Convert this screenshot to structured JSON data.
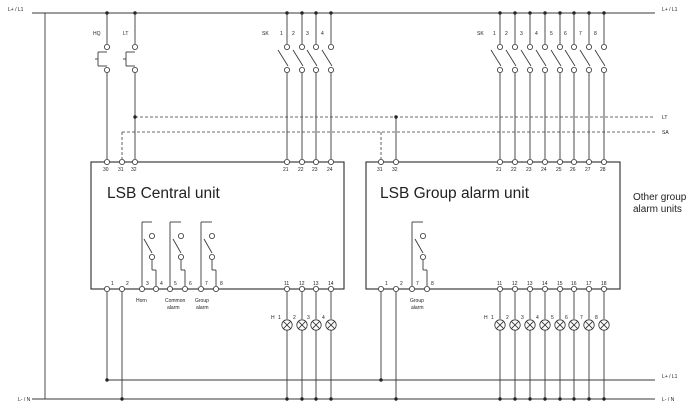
{
  "rails": {
    "top_left": "L+ / L1",
    "top_right": "L+ / L1",
    "mid_right": "L+ / L1",
    "bottom_left": "L- / N",
    "bottom_right": "L- / N",
    "lt": "LT",
    "sa": "SA"
  },
  "central_unit": {
    "title": "LSB Central unit",
    "top_switch_labels": [
      "HQ",
      "LT"
    ],
    "top_terminals": [
      "30",
      "31",
      "32"
    ],
    "sk_label": "SK",
    "sk_numbers": [
      "1",
      "2",
      "3",
      "4"
    ],
    "input_terminals": [
      "21",
      "22",
      "23",
      "24"
    ],
    "bottom_terminals": [
      "1",
      "2",
      "3",
      "4",
      "5",
      "6",
      "7",
      "8"
    ],
    "relay_labels": [
      "Horn",
      "Common alarm",
      "Group alarm"
    ],
    "output_terminals": [
      "11",
      "12",
      "13",
      "14"
    ],
    "h_label": "H",
    "lamp_numbers": [
      "1",
      "2",
      "3",
      "4"
    ]
  },
  "group_unit": {
    "title": "LSB Group alarm unit",
    "top_terminals": [
      "31",
      "32"
    ],
    "sk_label": "SK",
    "sk_numbers": [
      "1",
      "2",
      "3",
      "4",
      "5",
      "6",
      "7",
      "8"
    ],
    "input_terminals": [
      "21",
      "22",
      "23",
      "24",
      "25",
      "26",
      "27",
      "28"
    ],
    "bottom_terminals": [
      "1",
      "2",
      "7",
      "8"
    ],
    "relay_label": "Group alarm",
    "output_terminals": [
      "11",
      "12",
      "13",
      "14",
      "15",
      "16",
      "17",
      "18"
    ],
    "h_label": "H",
    "lamp_numbers": [
      "1",
      "2",
      "3",
      "4",
      "5",
      "6",
      "7",
      "8"
    ]
  },
  "other_units": {
    "line1": "Other group",
    "line2": "alarm units"
  }
}
